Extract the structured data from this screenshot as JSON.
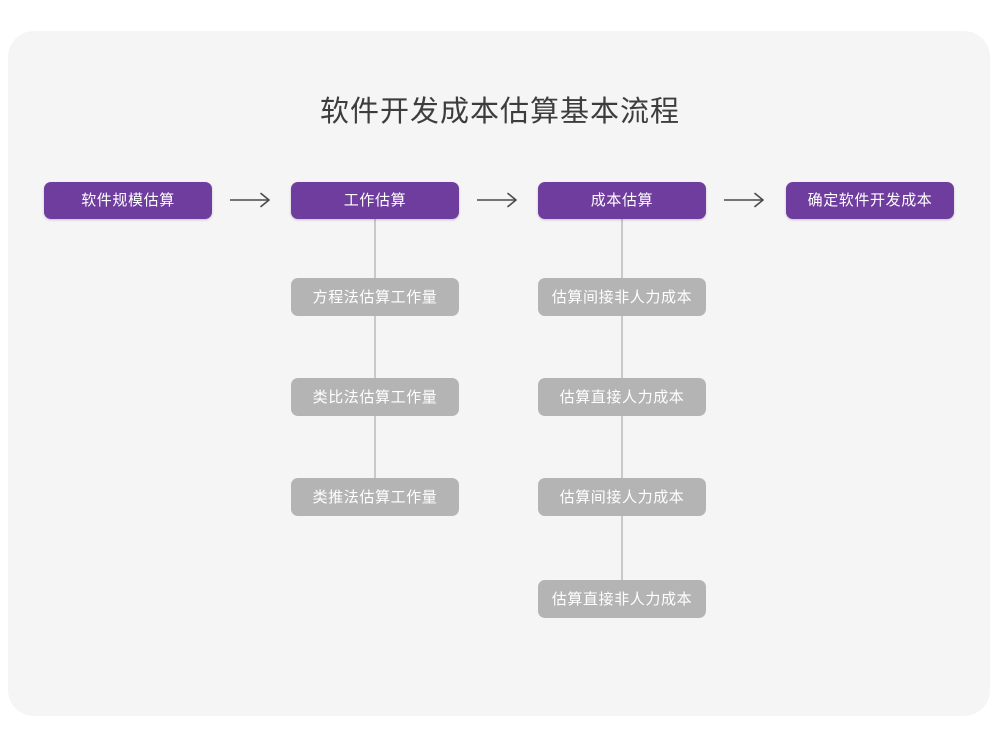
{
  "page": {
    "title": "软件开发成本估算基本流程",
    "background_color": "#ffffff",
    "panel_color": "#f5f5f6",
    "accent_color": "#6f3d9e",
    "secondary_color": "#b4b4b4",
    "connector_color": "#c9c9c9",
    "arrow_color": "#4a4a4a"
  },
  "flow": {
    "main_steps": [
      {
        "label": "软件规模估算"
      },
      {
        "label": "工作估算"
      },
      {
        "label": "成本估算"
      },
      {
        "label": "确定软件开发成本"
      }
    ],
    "arrows": [
      {
        "name": "arrow-1",
        "glyph": "→"
      },
      {
        "name": "arrow-2",
        "glyph": "→"
      },
      {
        "name": "arrow-3",
        "glyph": "→"
      }
    ],
    "branches": [
      {
        "parent": "工作估算",
        "items": [
          {
            "label": "方程法估算工作量"
          },
          {
            "label": "类比法估算工作量"
          },
          {
            "label": "类推法估算工作量"
          }
        ]
      },
      {
        "parent": "成本估算",
        "items": [
          {
            "label": "估算间接非人力成本"
          },
          {
            "label": "估算直接人力成本"
          },
          {
            "label": "估算间接人力成本"
          },
          {
            "label": "估算直接非人力成本"
          }
        ]
      }
    ]
  }
}
